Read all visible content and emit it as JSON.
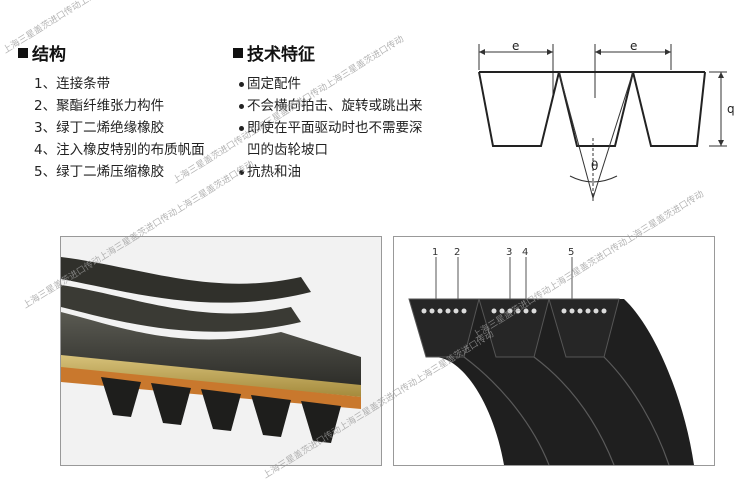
{
  "structure": {
    "title": "结构",
    "items": [
      "1、连接条带",
      "2、聚酯纤维张力构件",
      "3、绿丁二烯绝缘橡胶",
      "4、注入橡皮特别的布质帆面",
      "5、绿丁二烯压缩橡胶"
    ]
  },
  "features": {
    "title": "技术特征",
    "items": [
      "固定配件",
      "不会横向拍击、旋转或跳出来",
      "即使在平面驱动时也不需要深",
      "凹的齿轮坡口",
      "抗热和油"
    ]
  },
  "profile_diagram": {
    "dim_e_left": "e",
    "dim_e_right": "e",
    "dim_q": "q",
    "angle": "θ"
  },
  "cross_section": {
    "callouts": [
      "1",
      "2",
      "3",
      "4",
      "5"
    ]
  },
  "watermark_text": "上海三星盖茨进口传动上海三星盖茨进口传动上海三星盖茨进口传动"
}
